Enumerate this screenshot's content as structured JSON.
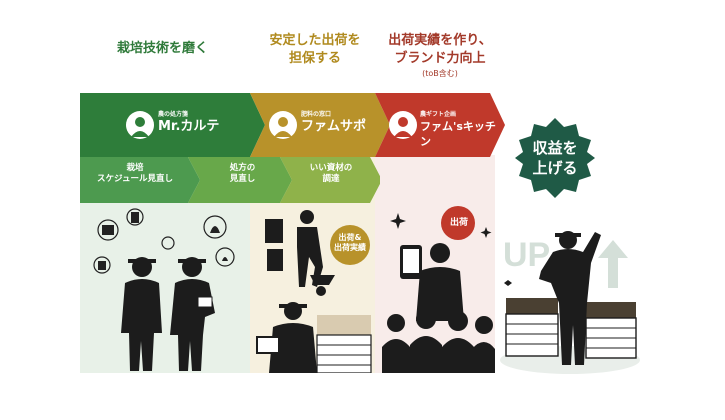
{
  "headings": {
    "col1": "栽培技術を磨く",
    "col2_line1": "安定した出荷を",
    "col2_line2": "担保する",
    "col3_line1": "出荷実績を作り、",
    "col3_line2": "ブランド力向上",
    "col3_note": "(toB含む)"
  },
  "brands": [
    {
      "small": "農の処方箋",
      "name": "Mr.カルテ",
      "color": "#2e7d3a"
    },
    {
      "small": "肥料の窓口",
      "name": "ファムサポ",
      "color": "#b8922a"
    },
    {
      "small": "農ギフト企画",
      "name": "ファム'sキッチン",
      "color": "#c0392b"
    }
  ],
  "steps": [
    {
      "line1": "栽培",
      "line2": "スケジュール見直し",
      "color": "#4d9a4f"
    },
    {
      "line1": "処方の",
      "line2": "見直し",
      "color": "#68a84a"
    },
    {
      "line1": "いい資材の",
      "line2": "調達",
      "color": "#8fb24a"
    }
  ],
  "badge": {
    "line1": "収益を",
    "line2": "上げる",
    "color": "#1f5a46"
  },
  "tags": {
    "shipping_record_1": "出荷&",
    "shipping_record_2": "出荷実績",
    "shipping": "出荷"
  },
  "up_text": "UP",
  "colors": {
    "green_panel": "#e8f1e8",
    "gold_panel": "#f6f0df",
    "red_panel": "#f8ecea",
    "silhouette": "#1c1c1c"
  }
}
